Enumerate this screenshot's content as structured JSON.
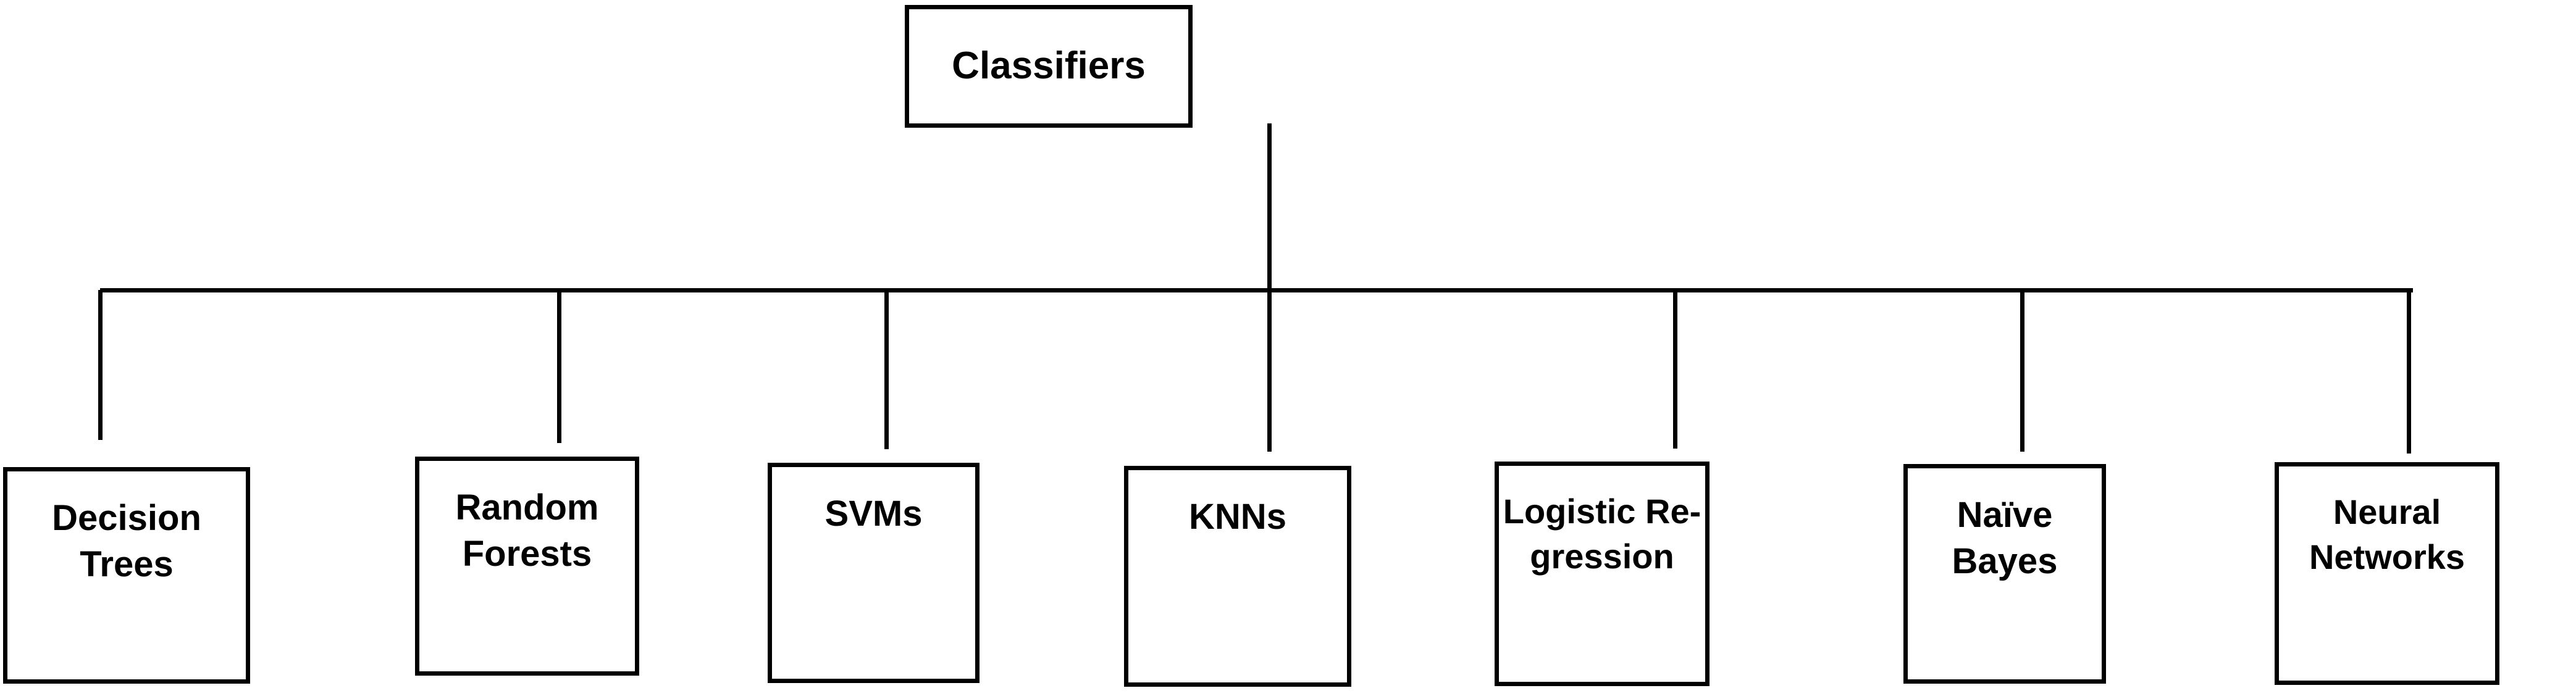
{
  "diagram": {
    "type": "hierarchy-tree",
    "title": "Classifiers taxonomy",
    "orientation": "top-down",
    "colors": {
      "background": "#ffffff",
      "border": "#000000",
      "text": "#000000",
      "connector": "#000000"
    },
    "root": {
      "id": "root",
      "label": "Classifiers"
    },
    "children": [
      {
        "id": "decision-trees",
        "label": "Decision\nTrees"
      },
      {
        "id": "random-forests",
        "label": "Random\nForests"
      },
      {
        "id": "svms",
        "label": "SVMs"
      },
      {
        "id": "knns",
        "label": "KNNs"
      },
      {
        "id": "logistic-regression",
        "label": "Logistic Re-\ngression"
      },
      {
        "id": "naive-bayes",
        "label": "Naïve\nBayes"
      },
      {
        "id": "neural-networks",
        "label": "Neural\nNetworks"
      }
    ]
  }
}
